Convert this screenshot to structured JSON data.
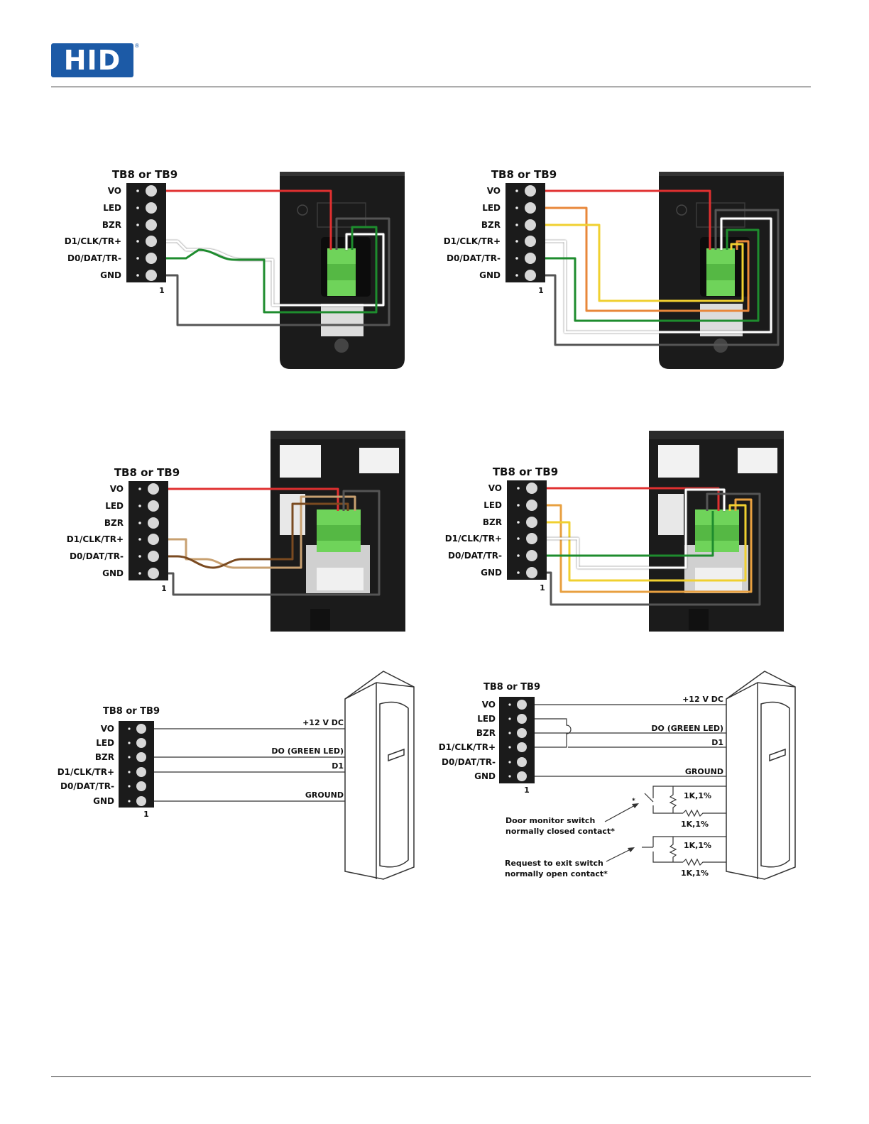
{
  "header": {
    "logo_text": "HID",
    "logo_mark": "®"
  },
  "colors": {
    "brand": "#1c5aa6",
    "red": "#e03030",
    "orange": "#e8873a",
    "yellow": "#f0d030",
    "green": "#1e8c2e",
    "white_wire": "#ffffff",
    "gray_wire": "#555555",
    "tan_wire": "#c8a070",
    "brown_wire": "#7a4a20",
    "connector_green": "#6fd35a",
    "reader_body": "#1b1b1b"
  },
  "terminal": {
    "title": "TB8 or TB9",
    "pins": [
      "VO",
      "LED",
      "BZR",
      "D1/CLK/TR+",
      "D0/DAT/TR-",
      "GND"
    ],
    "pin_number": "1"
  },
  "bottom_left": {
    "title": "TB8 or TB9",
    "pins": [
      "VO",
      "LED",
      "BZR",
      "D1/CLK/TR+",
      "D0/DAT/TR-",
      "GND"
    ],
    "pin_number": "1",
    "wire_labels": {
      "power": "+12 V DC",
      "led": "DO (GREEN LED)",
      "data": "D1",
      "ground": "GROUND"
    }
  },
  "bottom_right": {
    "title": "TB8 or TB9",
    "pins": [
      "VO",
      "LED",
      "BZR",
      "D1/CLK/TR+",
      "D0/DAT/TR-",
      "GND"
    ],
    "pin_number": "1",
    "wire_labels": {
      "power": "+12 V DC",
      "led": "DO (GREEN LED)",
      "data": "D1",
      "ground": "GROUND"
    },
    "resistors": [
      "1K,1%",
      "1K,1%",
      "1K,1%",
      "1K,1%"
    ],
    "door_monitor": [
      "Door monitor switch",
      "normally closed contact*"
    ],
    "rex": [
      "Request to exit switch",
      "normally open contact*"
    ],
    "asterisk": "*"
  }
}
